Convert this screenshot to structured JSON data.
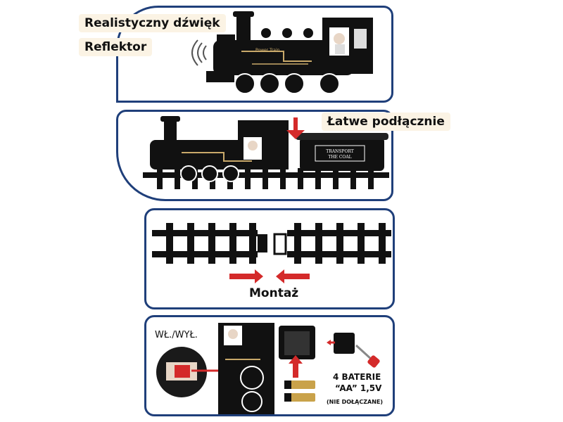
{
  "panel1": {
    "labels": [
      "Realistyczny dźwięk",
      "Reflektor"
    ],
    "loco_text": "Power Train"
  },
  "panel2": {
    "label": "Łatwe podłącznie",
    "tender_text": [
      "TRANSPORT",
      "THE COAL"
    ]
  },
  "panel3": {
    "label": "Montaż"
  },
  "panel4": {
    "switch_label": "WŁ./WYŁ.",
    "battery_line1": "4 BATERIE",
    "battery_line2": "“AA” 1,5V",
    "battery_note": "(NIE DOŁĄCZANE)"
  },
  "colors": {
    "border": "#1f3f7a",
    "arrow": "#d42a2a",
    "tag_bg": "#fbf3e4",
    "train": "#111111",
    "gold": "#c9a96a"
  }
}
